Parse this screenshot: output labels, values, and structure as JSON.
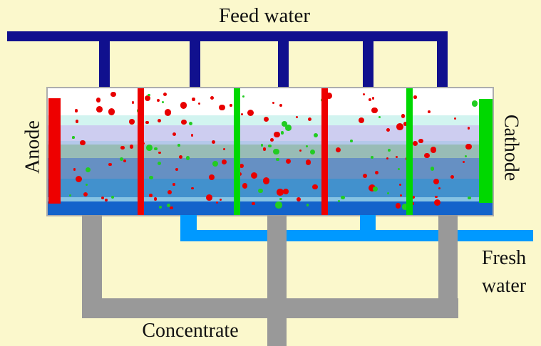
{
  "labels": {
    "feed_water": "Feed water",
    "anode": "Anode",
    "cathode": "Cathode",
    "fresh_water_line1": "Fresh",
    "fresh_water_line2": "water",
    "concentrate": "Concentrate"
  },
  "colors": {
    "background": "#fbf8cc",
    "feed_pipe": "#10108e",
    "fresh_pipe": "#0099ff",
    "concentrate_pipe": "#999999",
    "tank_border": "#adadad",
    "anode_electrode": "#ee0000",
    "cathode_electrode": "#00d800",
    "membrane_red": "#ee0000",
    "membrane_green": "#00d800",
    "ion_red": "#e80000",
    "ion_green": "#22cc22"
  },
  "tank": {
    "bands": [
      {
        "color": "#ffffff",
        "height": 38
      },
      {
        "color": "#d2f4f0",
        "height": 14
      },
      {
        "color": "#cdcdf0",
        "height": 22
      },
      {
        "color": "#b4c8ea",
        "height": 5
      },
      {
        "color": "#98bcb6",
        "height": 19
      },
      {
        "color": "#6690c3",
        "height": 29
      },
      {
        "color": "#4291cd",
        "height": 26
      },
      {
        "color": "#86c3e3",
        "height": 6
      },
      {
        "color": "#1363cb",
        "height": 19
      }
    ]
  },
  "ions": {
    "red_count": 115,
    "green_count": 52,
    "seed": 20,
    "min_diameter": 3,
    "max_diameter": 10
  }
}
